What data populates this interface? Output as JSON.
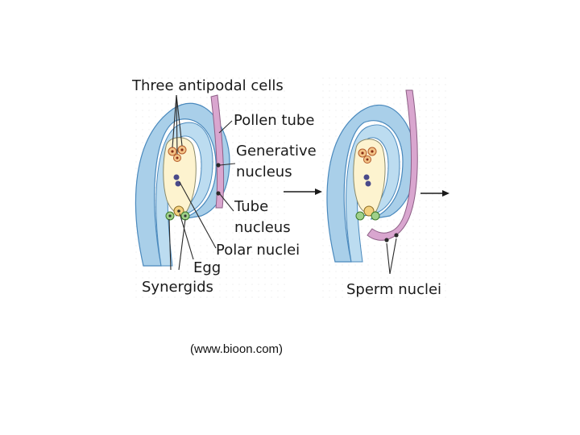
{
  "labels": {
    "antipodal": "Three antipodal cells",
    "pollen_tube": "Pollen tube",
    "generative_1": "Generative",
    "generative_2": "nucleus",
    "tube_1": "Tube",
    "tube_2": "nucleus",
    "polar": "Polar nuclei",
    "egg": "Egg",
    "synergids": "Synergids",
    "sperm": "Sperm nuclei"
  },
  "caption": "(www.bioon.com)",
  "colors": {
    "integument": "#a9cfe9",
    "integument_outline": "#4a89bd",
    "embryo_sac": "#fdf3cf",
    "pollen_tube": "#d9a6cf",
    "pollen_tube_outline": "#8d5f86",
    "antipodal_fill": "#f3c487",
    "nucleus": "#4a4a8a",
    "arrow": "#1a1a1a"
  }
}
